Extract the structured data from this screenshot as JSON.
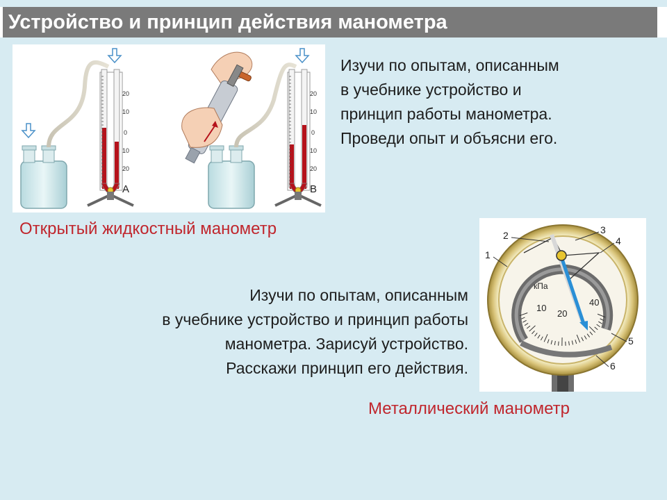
{
  "title": "Устройство и принцип действия манометра",
  "top_text": [
    "Изучи по опытам, описанным",
    "в учебнике устройство и",
    "принцип работы манометра.",
    "Проведи  опыт и объясни его."
  ],
  "liquid_caption": "Открытый жидкостный манометр",
  "middle_text": [
    "Изучи по опытам, описанным",
    "в учебнике устройство и принцип работы",
    "манометра. Зарисуй устройство.",
    "Расскажи принцип его действия."
  ],
  "metal_caption": "Металлический манометр",
  "liquid_figure": {
    "scale_labels": [
      "20",
      "10",
      "0",
      "10",
      "20"
    ],
    "label_a": "A",
    "label_b": "B"
  },
  "metal_figure": {
    "unit": "кПа",
    "dial_labels": [
      "10",
      "20",
      "40"
    ],
    "part_numbers": [
      "1",
      "2",
      "3",
      "4",
      "5",
      "6"
    ]
  },
  "colors": {
    "background": "#d7ebf2",
    "title_bar": "#7a7a7a",
    "caption": "#c0262d",
    "liquid": "#b5121b",
    "arrow": "#2a8fd6"
  }
}
